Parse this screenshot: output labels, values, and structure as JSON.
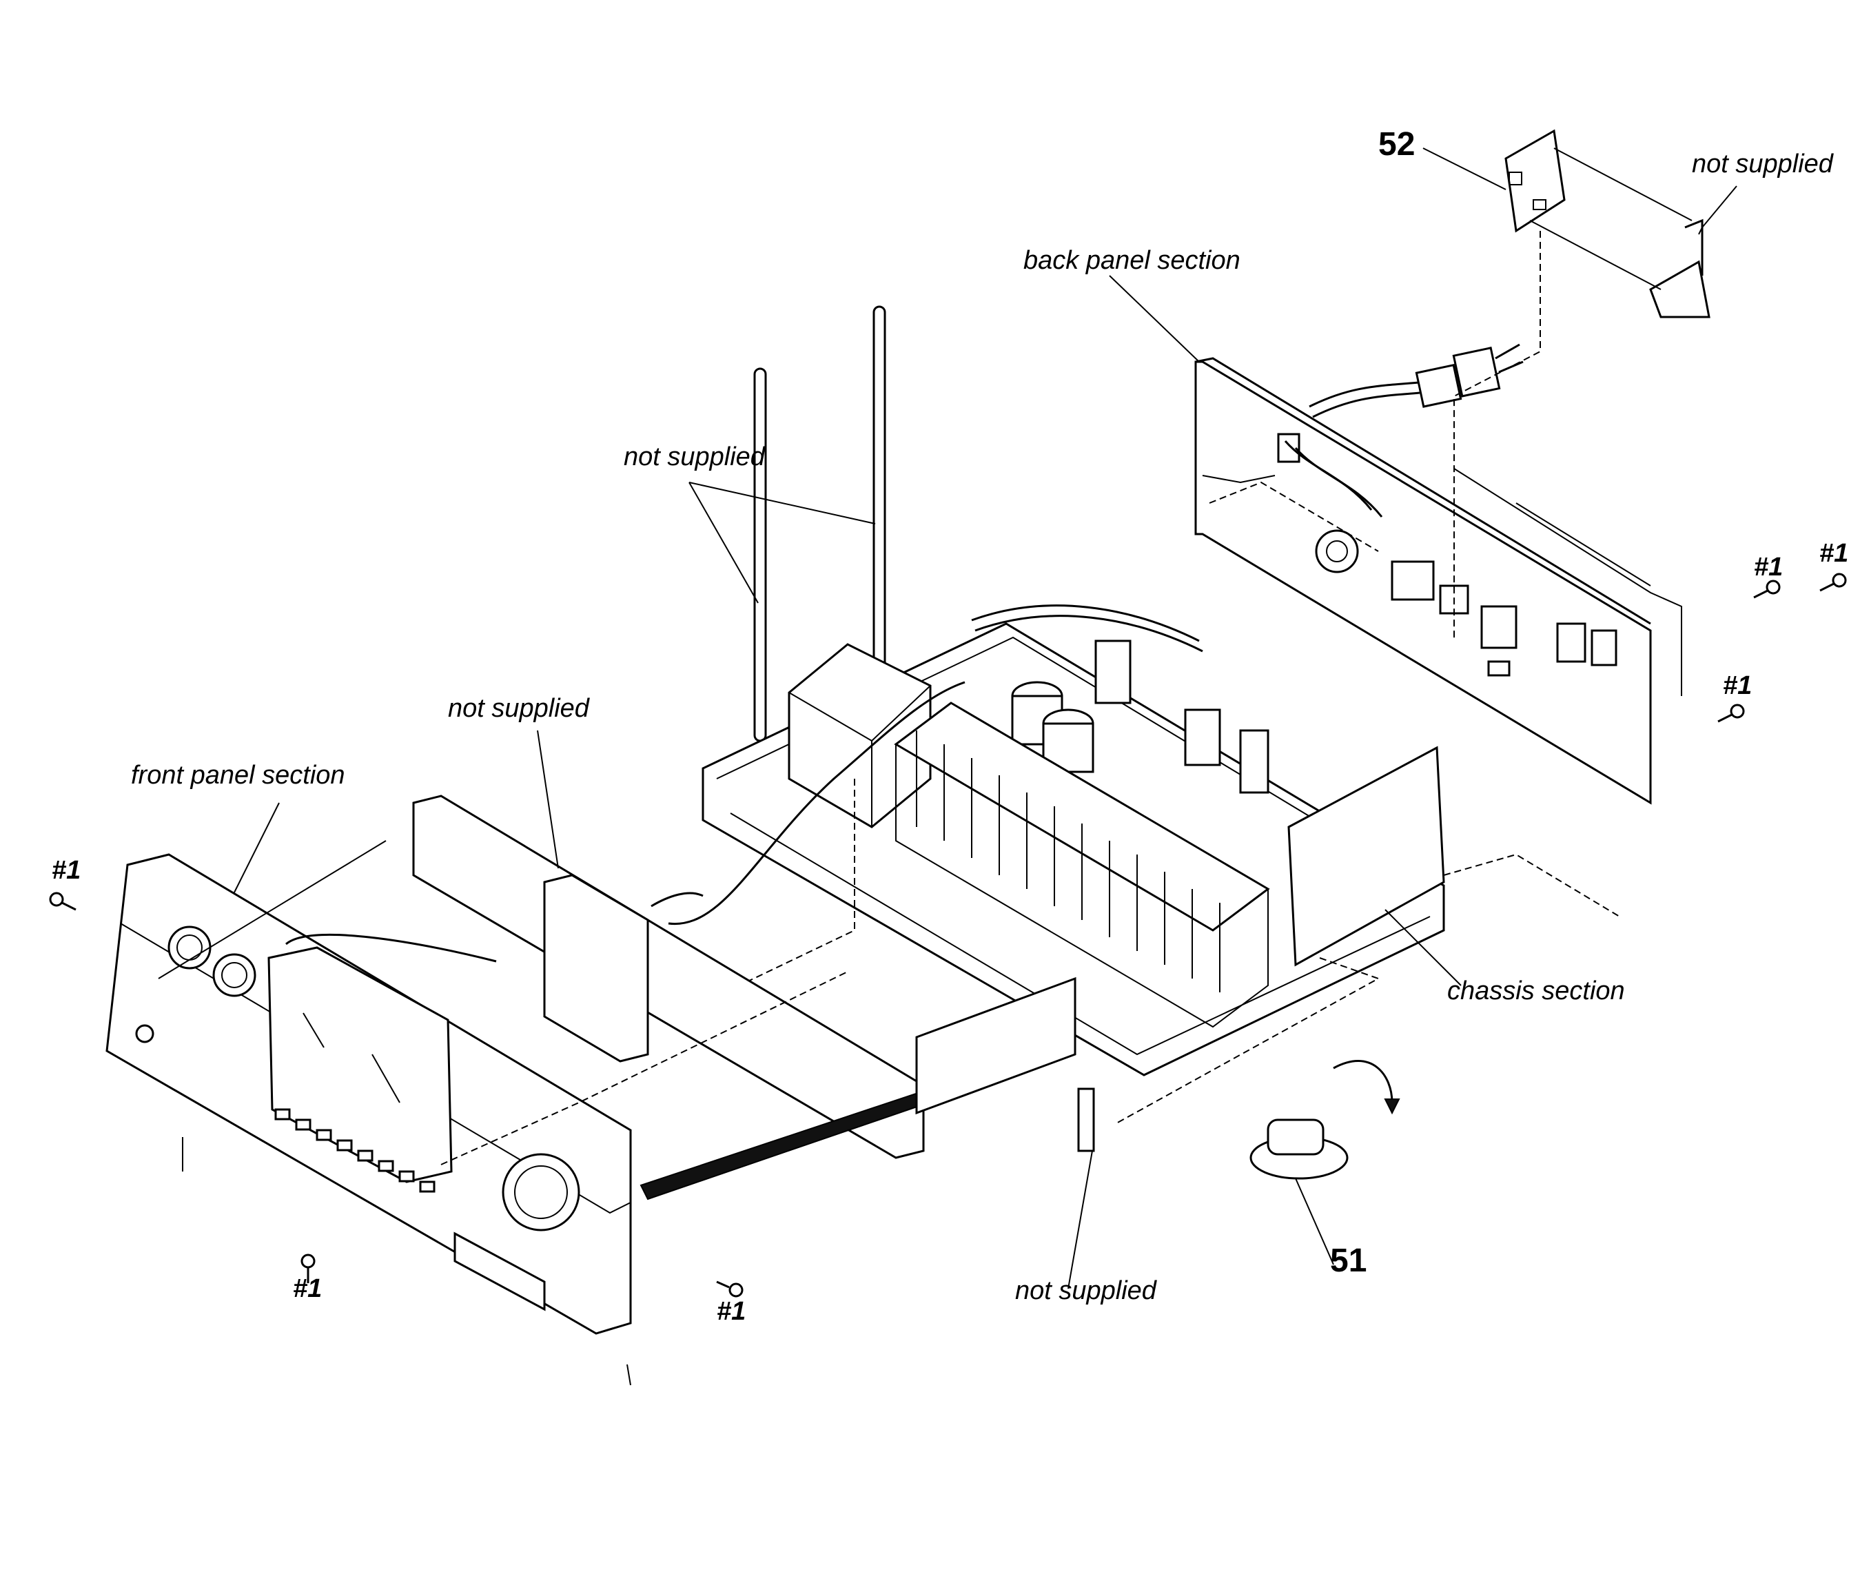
{
  "labels": {
    "back_panel": "back panel section",
    "front_panel": "front panel section",
    "chassis": "chassis section",
    "not_supplied_top_right": "not supplied",
    "not_supplied_rods": "not supplied",
    "not_supplied_front": "not supplied",
    "not_supplied_bottom": "not supplied"
  },
  "part_numbers": {
    "bracket": "52",
    "cord_holder": "51"
  },
  "screws": [
    "#1",
    "#1",
    "#1",
    "#1",
    "#1",
    "#1"
  ]
}
